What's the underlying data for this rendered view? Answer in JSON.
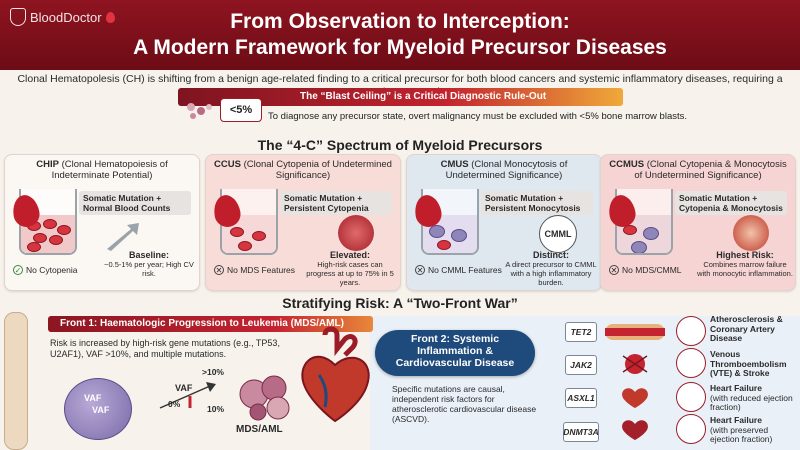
{
  "header": {
    "logo_text": "BloodDoctor",
    "title_line1": "From Observation to Interception:",
    "title_line2": "A Modern Framework for Myeloid Precursor Diseases"
  },
  "intro": "Clonal Hematopolesis (CH) is shifting from a benign age-related finding to a critical precursor for both blood cancers and systemic inflammatory diseases, requiring a proactive approach.",
  "blast": {
    "title": "The “Blast Ceiling” is a Critical Diagnostic Rule-Out",
    "badge": "<5%",
    "description": "To diagnose any precursor state, overt malignancy must be excluded with <5% bone marrow blasts."
  },
  "spectrum": {
    "heading": "The “4-C” Spectrum of Myeloid Precursors",
    "cards": [
      {
        "title_abbr": "CHIP",
        "title_full": " (Clonal Hematopoiesis of Indeterminate Potential)",
        "tag": "Somatic Mutation + Normal Blood Counts",
        "foot": "No Cytopenia",
        "stage_head": "Baseline:",
        "stage_desc": "~0.5-1% per year; High CV risk."
      },
      {
        "title_abbr": "CCUS",
        "title_full": " (Clonal Cytopenia of Undetermined Significance)",
        "tag": "Somatic Mutation + Persistent Cytopenia",
        "foot": "No MDS Features",
        "stage_head": "Elevated:",
        "stage_desc": "High-risk cases can progress at up to 75% in 5 years."
      },
      {
        "title_abbr": "CMUS",
        "title_full": " (Clonal Monocytosis of Undetermined Significance)",
        "tag": "Somatic Mutation + Persistent Monocytosis",
        "badge": "CMML",
        "foot": "No CMML Features",
        "stage_head": "Distinct:",
        "stage_desc": "A direct precursor to CMML with a high inflammatory burden."
      },
      {
        "title_abbr": "CCMUS",
        "title_full": " (Clonal Cytopenia & Monocytosis of Undetermined Significance)",
        "tag": "Somatic Mutation + Cytopenia & Monocytosis",
        "foot": "No MDS/CMML",
        "stage_head": "Highest Risk:",
        "stage_desc": "Combines marrow failure with monocytic inflammation."
      }
    ]
  },
  "risk": {
    "heading": "Stratifying Risk: A “Two-Front War”",
    "front1": {
      "title": "Front 1: Haematologic Progression to Leukemia (MDS/AML)",
      "description": "Risk is increased by high-risk gene mutations (e.g., TP53, U2AF1), VAF >10%, and multiple mutations.",
      "cell_text1": "VAF",
      "cell_text2": "VAF",
      "vaf_label": "VAF",
      "vaf_zero": "0%",
      "vaf_gt10": ">10%",
      "vaf_ten": "10%",
      "result": "MDS/AML"
    },
    "front2": {
      "title": "Front 2: Systemic Inflammation & Cardiovascular Disease",
      "description": "Specific mutations are causal, independent risk factors for atherosclerotic cardiovascular disease (ASCVD)."
    },
    "genes": [
      {
        "name": "TET2",
        "outcome_bold": "Atherosclerosis & Coronary Artery Disease",
        "outcome_rest": ""
      },
      {
        "name": "JAK2",
        "outcome_bold": "Venous Thromboembolism (VTE) & Stroke",
        "outcome_rest": ""
      },
      {
        "name": "ASXL1",
        "outcome_bold": "Heart Failure",
        "outcome_rest": "(with reduced ejection fraction)"
      },
      {
        "name": "DNMT3A",
        "outcome_bold": "Heart Failure",
        "outcome_rest": "(with preserved ejection fraction)"
      }
    ]
  },
  "colors": {
    "brand": "#8e1420",
    "front2": "#1e4a7c"
  }
}
